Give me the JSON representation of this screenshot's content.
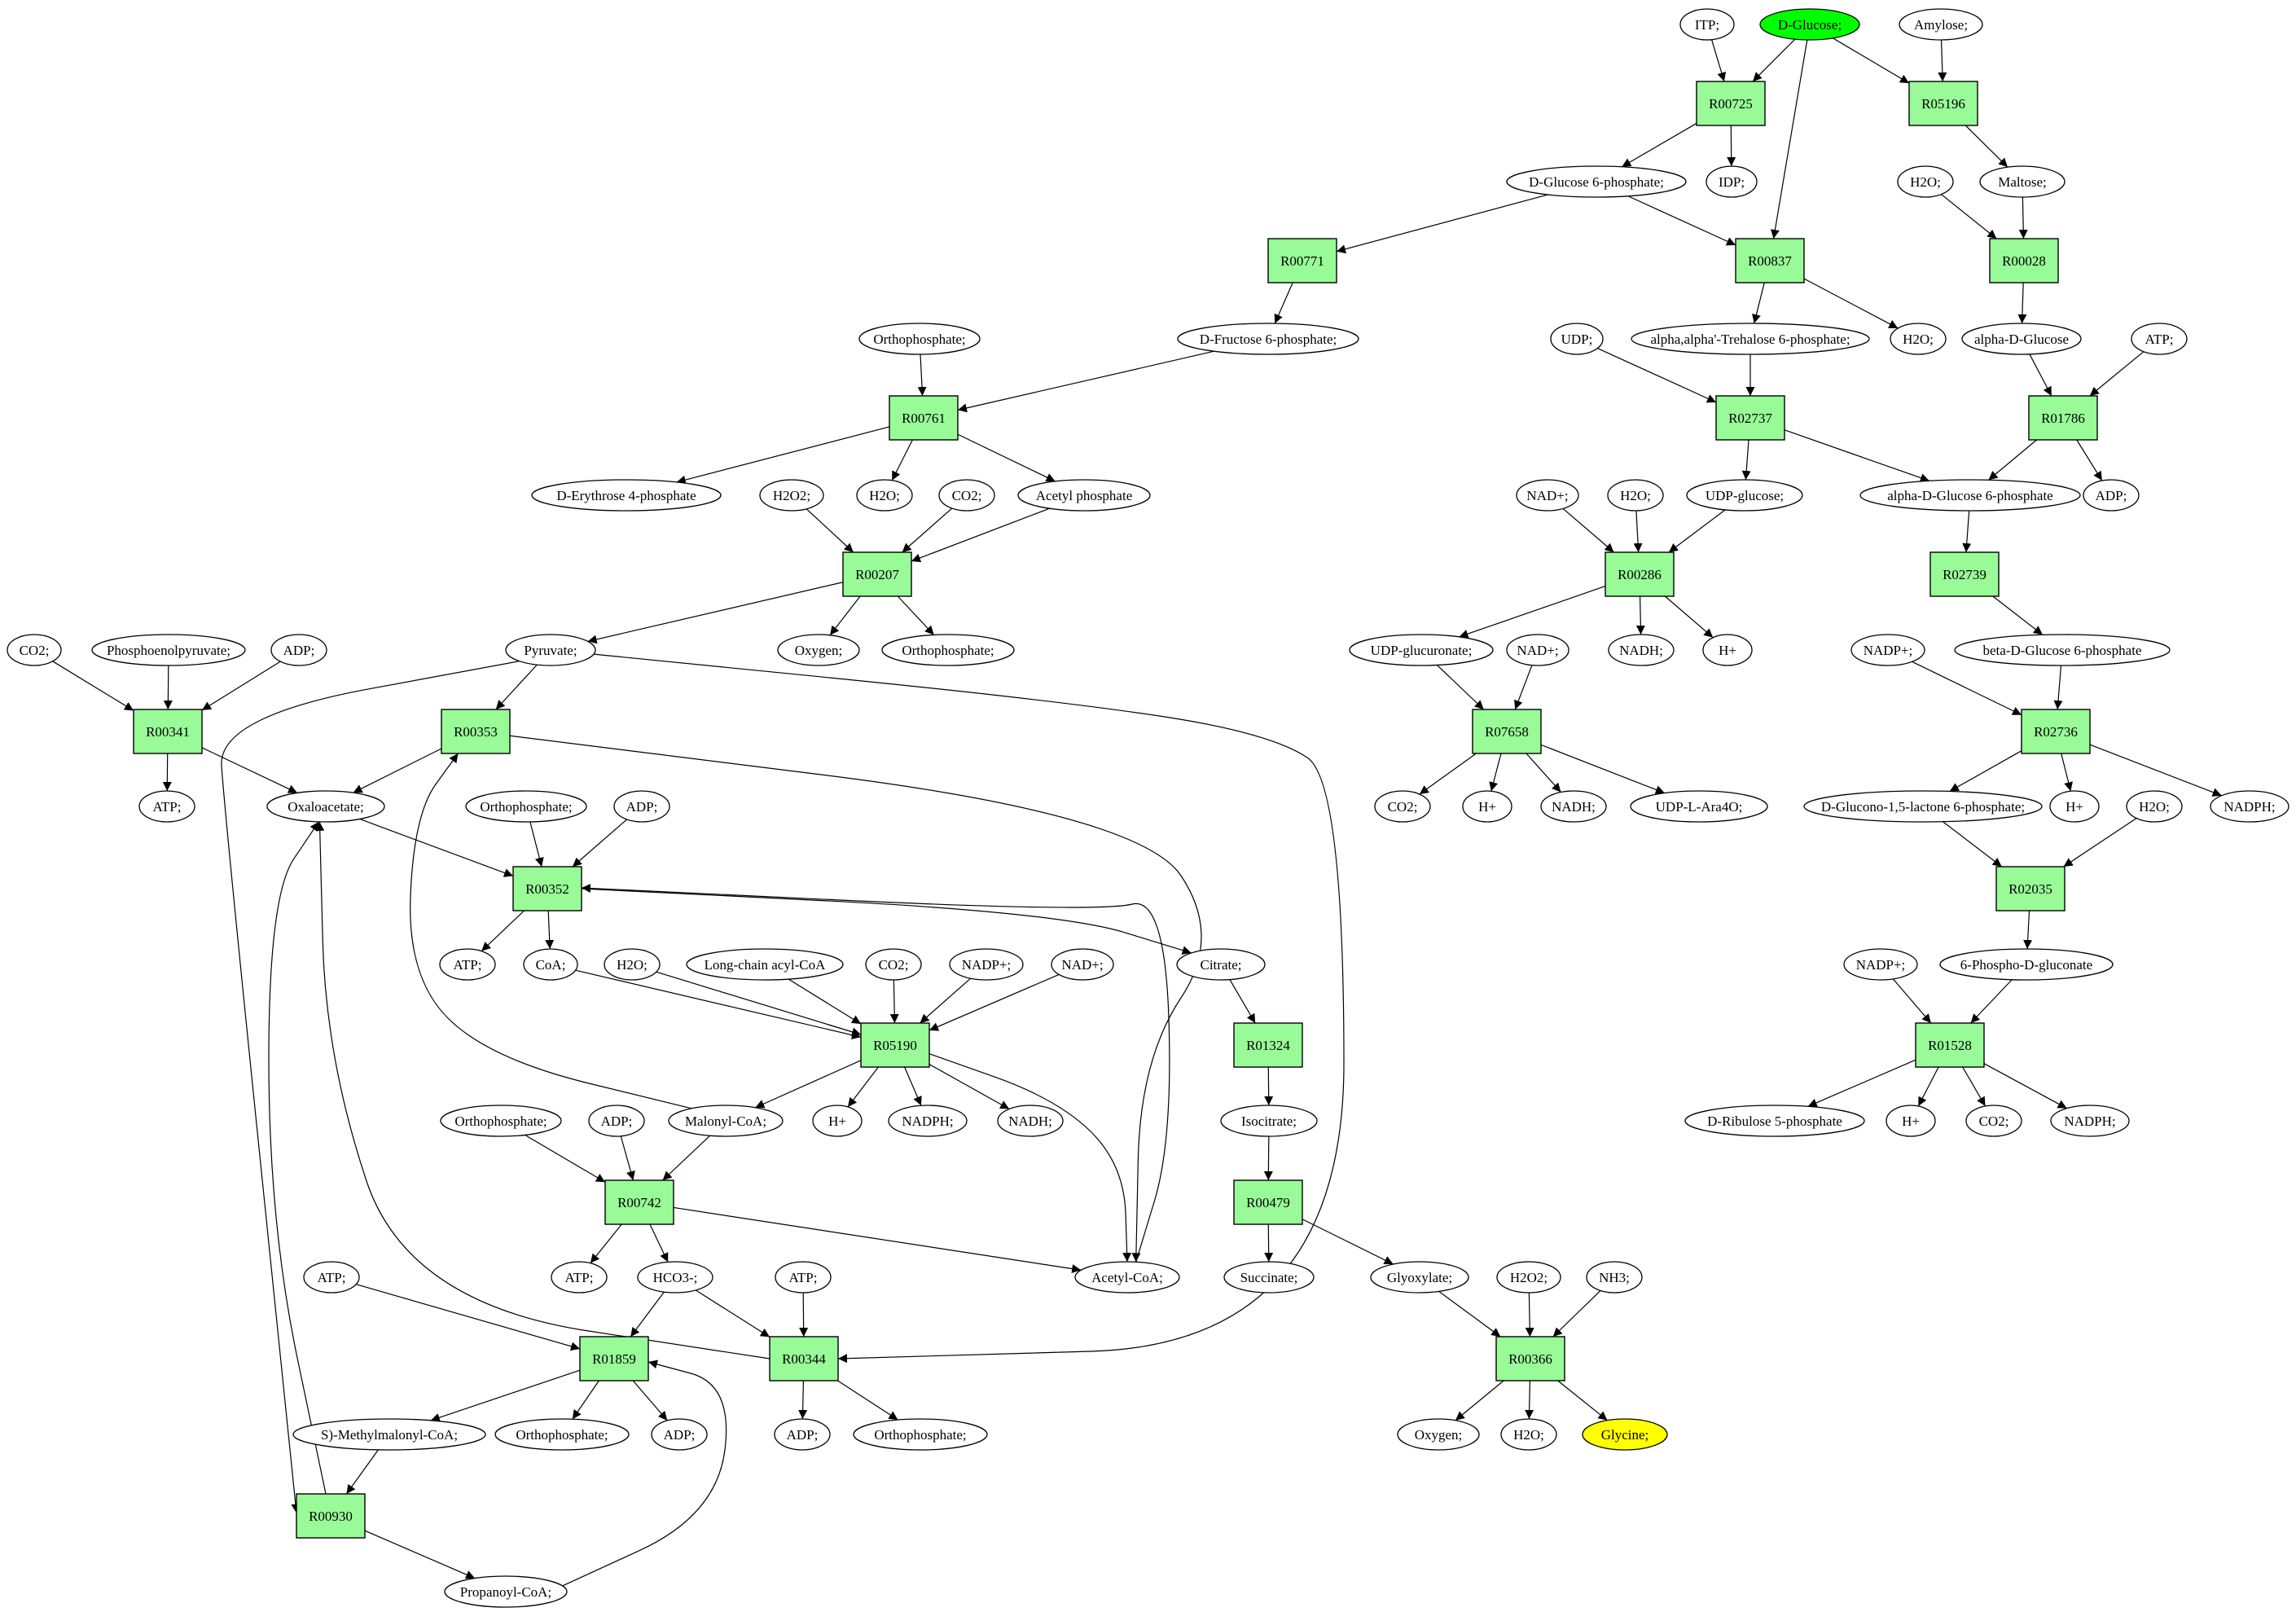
{
  "colors": {
    "reaction_fill": "#98fb98",
    "metabolite_fill": "#ffffff",
    "start_fill": "#00ff00",
    "target_fill": "#ffff00",
    "stroke": "#000000"
  },
  "reactions": [
    {
      "id": "R00725",
      "label": "R00725"
    },
    {
      "id": "R05196",
      "label": "R05196"
    },
    {
      "id": "R00771",
      "label": "R00771"
    },
    {
      "id": "R00837",
      "label": "R00837"
    },
    {
      "id": "R00028",
      "label": "R00028"
    },
    {
      "id": "R00761",
      "label": "R00761"
    },
    {
      "id": "R02737",
      "label": "R02737"
    },
    {
      "id": "R01786",
      "label": "R01786"
    },
    {
      "id": "R00207",
      "label": "R00207"
    },
    {
      "id": "R00286",
      "label": "R00286"
    },
    {
      "id": "R02739",
      "label": "R02739"
    },
    {
      "id": "R00341",
      "label": "R00341"
    },
    {
      "id": "R00353",
      "label": "R00353"
    },
    {
      "id": "R07658",
      "label": "R07658"
    },
    {
      "id": "R02736",
      "label": "R02736"
    },
    {
      "id": "R00352",
      "label": "R00352"
    },
    {
      "id": "R02035",
      "label": "R02035"
    },
    {
      "id": "R05190",
      "label": "R05190"
    },
    {
      "id": "R01324",
      "label": "R01324"
    },
    {
      "id": "R01528",
      "label": "R01528"
    },
    {
      "id": "R00742",
      "label": "R00742"
    },
    {
      "id": "R00479",
      "label": "R00479"
    },
    {
      "id": "R01859",
      "label": "R01859"
    },
    {
      "id": "R00344",
      "label": "R00344"
    },
    {
      "id": "R00366",
      "label": "R00366"
    },
    {
      "id": "R00930",
      "label": "R00930"
    }
  ],
  "metabolites": [
    {
      "id": "itp",
      "label": "ITP;"
    },
    {
      "id": "dglucose",
      "label": "D-Glucose;",
      "role": "start"
    },
    {
      "id": "amylose",
      "label": "Amylose;"
    },
    {
      "id": "g6p",
      "label": "D-Glucose 6-phosphate;"
    },
    {
      "id": "idp",
      "label": "IDP;"
    },
    {
      "id": "h2o_a",
      "label": "H2O;"
    },
    {
      "id": "maltose",
      "label": "Maltose;"
    },
    {
      "id": "f6p",
      "label": "D-Fructose 6-phosphate;"
    },
    {
      "id": "ortho_a",
      "label": "Orthophosphate;"
    },
    {
      "id": "udp",
      "label": "UDP;"
    },
    {
      "id": "trehalose6p",
      "label": "alpha,alpha'-Trehalose 6-phosphate;"
    },
    {
      "id": "h2o_b",
      "label": "H2O;"
    },
    {
      "id": "alphaglc",
      "label": "alpha-D-Glucose"
    },
    {
      "id": "atp_a",
      "label": "ATP;"
    },
    {
      "id": "e4p",
      "label": "D-Erythrose 4-phosphate"
    },
    {
      "id": "h2o2_a",
      "label": "H2O2;"
    },
    {
      "id": "h2o_c",
      "label": "H2O;"
    },
    {
      "id": "co2_a",
      "label": "CO2;"
    },
    {
      "id": "acetylp",
      "label": "Acetyl phosphate"
    },
    {
      "id": "nadp_a",
      "label": "NAD+;"
    },
    {
      "id": "h2o_d",
      "label": "H2O;"
    },
    {
      "id": "udpglc",
      "label": "UDP-glucose;"
    },
    {
      "id": "alphag6p",
      "label": "alpha-D-Glucose 6-phosphate"
    },
    {
      "id": "adp_a",
      "label": "ADP;"
    },
    {
      "id": "co2_b",
      "label": "CO2;"
    },
    {
      "id": "pep",
      "label": "Phosphoenolpyruvate;"
    },
    {
      "id": "adp_b",
      "label": "ADP;"
    },
    {
      "id": "pyruvate",
      "label": "Pyruvate;"
    },
    {
      "id": "oxygen_a",
      "label": "Oxygen;"
    },
    {
      "id": "ortho_b",
      "label": "Orthophosphate;"
    },
    {
      "id": "udpglcur",
      "label": "UDP-glucuronate;"
    },
    {
      "id": "nad_b",
      "label": "NAD+;"
    },
    {
      "id": "nadh_a",
      "label": "NADH;"
    },
    {
      "id": "hplus_a",
      "label": "H+"
    },
    {
      "id": "nadpplus_a",
      "label": "NADP+;"
    },
    {
      "id": "betag6p",
      "label": "beta-D-Glucose 6-phosphate"
    },
    {
      "id": "atp_b",
      "label": "ATP;"
    },
    {
      "id": "oaa",
      "label": "Oxaloacetate;"
    },
    {
      "id": "ortho_c",
      "label": "Orthophosphate;"
    },
    {
      "id": "adp_c",
      "label": "ADP;"
    },
    {
      "id": "co2_c",
      "label": "CO2;"
    },
    {
      "id": "hplus_b",
      "label": "H+"
    },
    {
      "id": "nadh_b",
      "label": "NADH;"
    },
    {
      "id": "udpara",
      "label": "UDP-L-Ara4O;"
    },
    {
      "id": "glucono",
      "label": "D-Glucono-1,5-lactone 6-phosphate;"
    },
    {
      "id": "hplus_c",
      "label": "H+"
    },
    {
      "id": "h2o_e",
      "label": "H2O;"
    },
    {
      "id": "nadph_a",
      "label": "NADPH;"
    },
    {
      "id": "atp_c",
      "label": "ATP;"
    },
    {
      "id": "coa",
      "label": "CoA;"
    },
    {
      "id": "h2o_f",
      "label": "H2O;"
    },
    {
      "id": "lcacylcoa",
      "label": "Long-chain acyl-CoA"
    },
    {
      "id": "co2_d",
      "label": "CO2;"
    },
    {
      "id": "nadpplus_b",
      "label": "NADP+;"
    },
    {
      "id": "nadplus_c",
      "label": "NAD+;"
    },
    {
      "id": "citrate",
      "label": "Citrate;"
    },
    {
      "id": "nadpplus_c",
      "label": "NADP+;"
    },
    {
      "id": "phosphogluconate",
      "label": "6-Phospho-D-gluconate"
    },
    {
      "id": "ortho_d",
      "label": "Orthophosphate;"
    },
    {
      "id": "adp_d",
      "label": "ADP;"
    },
    {
      "id": "malonylcoa",
      "label": "Malonyl-CoA;"
    },
    {
      "id": "hplus_d",
      "label": "H+"
    },
    {
      "id": "nadph_b",
      "label": "NADPH;"
    },
    {
      "id": "nadh_c",
      "label": "NADH;"
    },
    {
      "id": "isocitrate",
      "label": "Isocitrate;"
    },
    {
      "id": "ribulose5p",
      "label": "D-Ribulose 5-phosphate"
    },
    {
      "id": "hplus_e",
      "label": "H+"
    },
    {
      "id": "co2_e",
      "label": "CO2;"
    },
    {
      "id": "nadph_c",
      "label": "NADPH;"
    },
    {
      "id": "atp_d",
      "label": "ATP;"
    },
    {
      "id": "hco3",
      "label": "HCO3-;"
    },
    {
      "id": "acetylcoa",
      "label": "Acetyl-CoA;"
    },
    {
      "id": "succinate",
      "label": "Succinate;"
    },
    {
      "id": "glyoxylate",
      "label": "Glyoxylate;"
    },
    {
      "id": "h2o2_b",
      "label": "H2O2;"
    },
    {
      "id": "nh3",
      "label": "NH3;"
    },
    {
      "id": "atp_e",
      "label": "ATP;"
    },
    {
      "id": "atp_f",
      "label": "ATP;"
    },
    {
      "id": "methylmalonyl",
      "label": "S)-Methylmalonyl-CoA;"
    },
    {
      "id": "ortho_e",
      "label": "Orthophosphate;"
    },
    {
      "id": "adp_e",
      "label": "ADP;"
    },
    {
      "id": "adp_f",
      "label": "ADP;"
    },
    {
      "id": "ortho_f",
      "label": "Orthophosphate;"
    },
    {
      "id": "oxygen_b",
      "label": "Oxygen;"
    },
    {
      "id": "h2o_g",
      "label": "H2O;"
    },
    {
      "id": "glycine",
      "label": "Glycine;",
      "role": "target"
    },
    {
      "id": "propanoylcoa",
      "label": "Propanoyl-CoA;"
    }
  ],
  "edges": [
    [
      "itp",
      "R00725"
    ],
    [
      "dglucose",
      "R00725"
    ],
    [
      "R00725",
      "g6p"
    ],
    [
      "R00725",
      "idp"
    ],
    [
      "dglucose",
      "R00837"
    ],
    [
      "dglucose",
      "R05196"
    ],
    [
      "amylose",
      "R05196"
    ],
    [
      "R05196",
      "maltose"
    ],
    [
      "g6p",
      "R00771"
    ],
    [
      "g6p",
      "R00837"
    ],
    [
      "R00837",
      "trehalose6p"
    ],
    [
      "R00837",
      "h2o_a"
    ],
    [
      "h2o_b",
      "R00028"
    ],
    [
      "maltose",
      "R00028"
    ],
    [
      "R00028",
      "alphaglc"
    ],
    [
      "R00771",
      "f6p"
    ],
    [
      "f6p",
      "R00761"
    ],
    [
      "ortho_a",
      "R00761"
    ],
    [
      "R00761",
      "e4p"
    ],
    [
      "R00761",
      "h2o_c"
    ],
    [
      "R00761",
      "acetylp"
    ],
    [
      "udp",
      "R02737"
    ],
    [
      "trehalose6p",
      "R02737"
    ],
    [
      "R02737",
      "udpglc"
    ],
    [
      "R02737",
      "alphag6p"
    ],
    [
      "alphaglc",
      "R01786"
    ],
    [
      "atp_a",
      "R01786"
    ],
    [
      "R01786",
      "alphag6p"
    ],
    [
      "R01786",
      "adp_a"
    ],
    [
      "h2o2_a",
      "R00207"
    ],
    [
      "co2_a",
      "R00207"
    ],
    [
      "acetylp",
      "R00207"
    ],
    [
      "R00207",
      "pyruvate"
    ],
    [
      "R00207",
      "oxygen_a"
    ],
    [
      "R00207",
      "ortho_b"
    ],
    [
      "nadp_a",
      "R00286"
    ],
    [
      "h2o_d",
      "R00286"
    ],
    [
      "udpglc",
      "R00286"
    ],
    [
      "R00286",
      "udpglcur"
    ],
    [
      "R00286",
      "nadh_a"
    ],
    [
      "R00286",
      "hplus_a"
    ],
    [
      "alphag6p",
      "R02739"
    ],
    [
      "R02739",
      "betag6p"
    ],
    [
      "co2_b",
      "R00341"
    ],
    [
      "pep",
      "R00341"
    ],
    [
      "adp_b",
      "R00341"
    ],
    [
      "R00341",
      "atp_b"
    ],
    [
      "R00341",
      "oaa"
    ],
    [
      "pyruvate",
      "R00353"
    ],
    [
      "R00353",
      "oaa"
    ],
    [
      "R00353",
      "acetylcoa"
    ],
    [
      "pyruvate",
      "R00930"
    ],
    [
      "pyruvate",
      "R00344"
    ],
    [
      "udpglcur",
      "R07658"
    ],
    [
      "nad_b",
      "R07658"
    ],
    [
      "R07658",
      "co2_c"
    ],
    [
      "R07658",
      "hplus_b"
    ],
    [
      "R07658",
      "nadh_b"
    ],
    [
      "R07658",
      "udpara"
    ],
    [
      "nadpplus_a",
      "R02736"
    ],
    [
      "betag6p",
      "R02736"
    ],
    [
      "R02736",
      "glucono"
    ],
    [
      "R02736",
      "hplus_c"
    ],
    [
      "R02736",
      "nadph_a"
    ],
    [
      "oaa",
      "R00352"
    ],
    [
      "ortho_c",
      "R00352"
    ],
    [
      "adp_c",
      "R00352"
    ],
    [
      "R00352",
      "atp_c"
    ],
    [
      "R00352",
      "coa"
    ],
    [
      "R00352",
      "citrate"
    ],
    [
      "acetylcoa",
      "R00352"
    ],
    [
      "glucono",
      "R02035"
    ],
    [
      "h2o_e",
      "R02035"
    ],
    [
      "R02035",
      "phosphogluconate"
    ],
    [
      "coa",
      "R05190"
    ],
    [
      "h2o_f",
      "R05190"
    ],
    [
      "lcacylcoa",
      "R05190"
    ],
    [
      "co2_d",
      "R05190"
    ],
    [
      "nadpplus_b",
      "R05190"
    ],
    [
      "nadplus_c",
      "R05190"
    ],
    [
      "R05190",
      "malonylcoa"
    ],
    [
      "R05190",
      "hplus_d"
    ],
    [
      "R05190",
      "nadph_b"
    ],
    [
      "R05190",
      "nadh_c"
    ],
    [
      "R05190",
      "acetylcoa"
    ],
    [
      "citrate",
      "R01324"
    ],
    [
      "R01324",
      "isocitrate"
    ],
    [
      "nadpplus_c",
      "R01528"
    ],
    [
      "phosphogluconate",
      "R01528"
    ],
    [
      "R01528",
      "ribulose5p"
    ],
    [
      "R01528",
      "hplus_e"
    ],
    [
      "R01528",
      "co2_e"
    ],
    [
      "R01528",
      "nadph_c"
    ],
    [
      "ortho_d",
      "R00742"
    ],
    [
      "adp_d",
      "R00742"
    ],
    [
      "malonylcoa",
      "R00742"
    ],
    [
      "malonylcoa",
      "R00353"
    ],
    [
      "R00742",
      "atp_d"
    ],
    [
      "R00742",
      "hco3"
    ],
    [
      "R00742",
      "acetylcoa"
    ],
    [
      "isocitrate",
      "R00479"
    ],
    [
      "R00479",
      "succinate"
    ],
    [
      "R00479",
      "glyoxylate"
    ],
    [
      "atp_e",
      "R01859"
    ],
    [
      "hco3",
      "R01859"
    ],
    [
      "propanoylcoa",
      "R01859"
    ],
    [
      "R01859",
      "methylmalonyl"
    ],
    [
      "R01859",
      "ortho_e"
    ],
    [
      "R01859",
      "adp_e"
    ],
    [
      "hco3",
      "R00344"
    ],
    [
      "atp_f",
      "R00344"
    ],
    [
      "R00344",
      "adp_f"
    ],
    [
      "R00344",
      "ortho_f"
    ],
    [
      "R00344",
      "oaa"
    ],
    [
      "glyoxylate",
      "R00366"
    ],
    [
      "h2o2_b",
      "R00366"
    ],
    [
      "nh3",
      "R00366"
    ],
    [
      "R00366",
      "oxygen_b"
    ],
    [
      "R00366",
      "h2o_g"
    ],
    [
      "R00366",
      "glycine"
    ],
    [
      "methylmalonyl",
      "R00930"
    ],
    [
      "R00930",
      "oaa"
    ],
    [
      "R00930",
      "propanoylcoa"
    ]
  ]
}
